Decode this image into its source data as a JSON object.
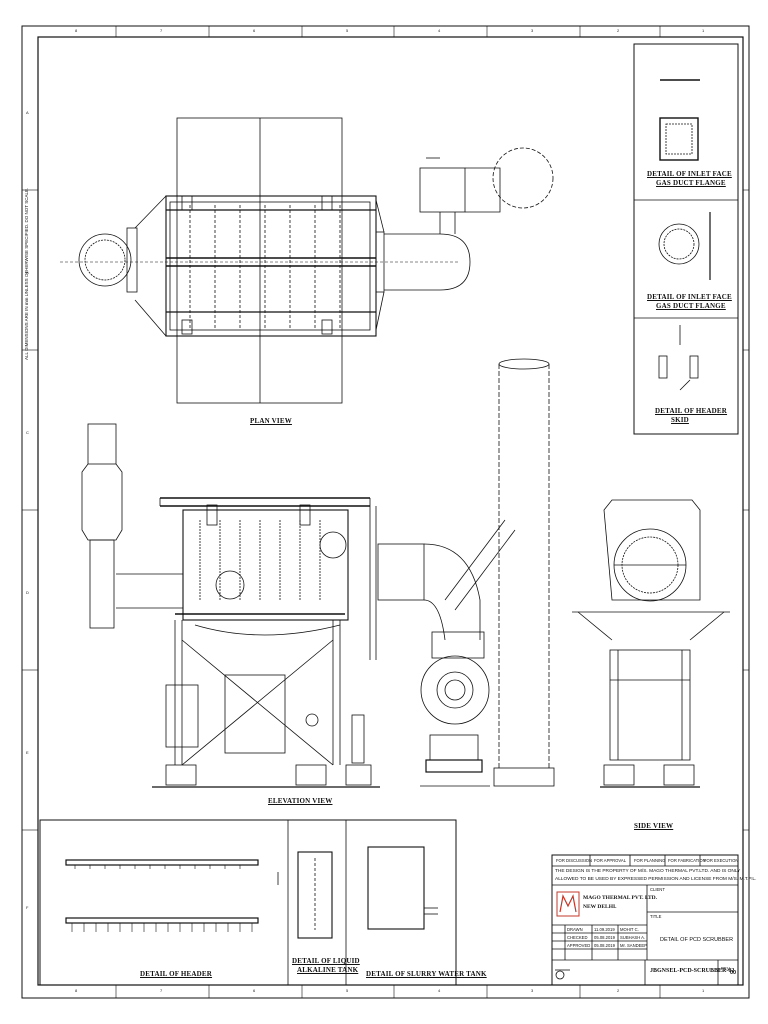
{
  "border": {
    "column_numbers": [
      "8",
      "7",
      "6",
      "5",
      "4",
      "3",
      "2",
      "1"
    ],
    "row_letters": [
      "A",
      "B",
      "C",
      "D",
      "E",
      "F"
    ]
  },
  "side_note": "ALL DIMENSIONS ARE IN mm UNLESS OTHERWISE SPECIFIED. DO NOT SCALE.",
  "views": {
    "plan": "PLAN VIEW",
    "elevation": "ELEVATION VIEW",
    "side": "SIDE VIEW"
  },
  "details": {
    "inlet_face_1": [
      "DETAIL OF INLET FACE",
      "GAS DUCT FLANGE"
    ],
    "inlet_face_2": [
      "DETAIL OF INLET FACE",
      "GAS DUCT FLANGE"
    ],
    "header_small": [
      "DETAIL OF HEADER",
      "SKID"
    ],
    "header": "DETAIL OF HEADER",
    "liquid_tank": [
      "DETAIL OF LIQUID",
      "ALKALINE TANK"
    ],
    "slurry_tank": "DETAIL OF SLURRY WATER TANK"
  },
  "title_block": {
    "status_row": [
      "FOR DISCUSSION",
      "FOR APPROVAL",
      "FOR PLANNING",
      "FOR FABRICATION",
      "FOR EXECUTION"
    ],
    "property_note": [
      "THE DESIGN IS THE PROPERTY OF M/S. MAGO THERMAL PVT.LTD. AND IS ONLY",
      "ALLOWED TO BE USED BY EXPRESSED PERMISSION AND LICENSE FROM M/S. M.T.P.L."
    ],
    "company": [
      "MAGO THERMAL PVT. LTD.",
      "NEW DELHI."
    ],
    "client_label": "CLIENT",
    "title_label": "TITLE",
    "drawing_title": "DETAIL OF PCD SCRUBBER",
    "rev_rows": [
      {
        "role": "DRAWN",
        "date": "11.09.2019",
        "name": "MOHIT C."
      },
      {
        "role": "CHECKED",
        "date": "05.08.2019",
        "name": "SUBHASH A."
      },
      {
        "role": "APPROVED",
        "date": "05.08.2019",
        "name": "Mr. SANDEEP"
      }
    ],
    "drawing_no": "JBGNSEL-PCD-SCRUBBER-02",
    "rev_label": "REV.",
    "rev_no": "00"
  }
}
